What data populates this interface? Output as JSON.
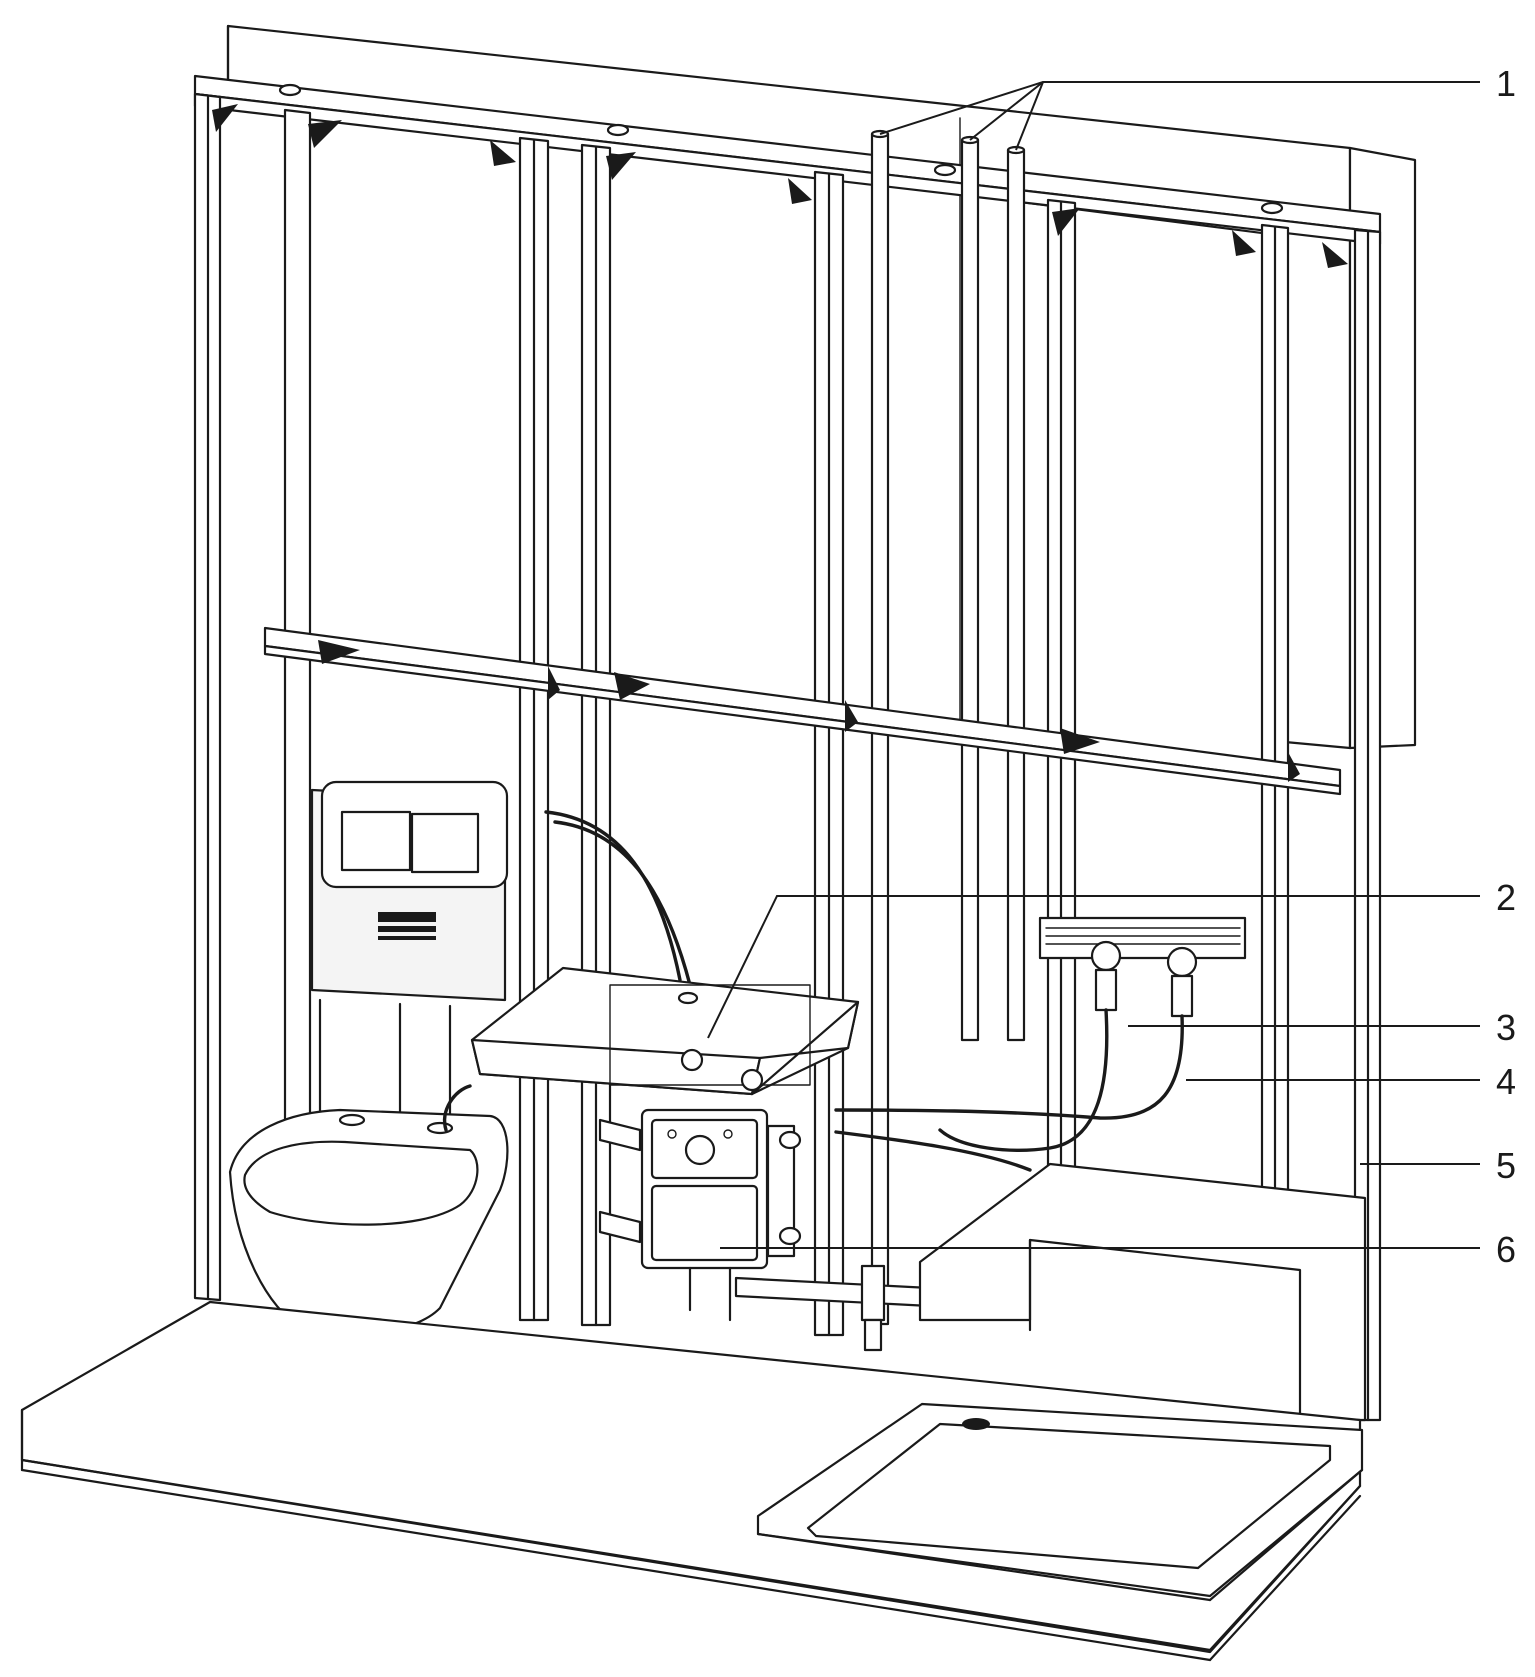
{
  "callouts": [
    {
      "id": "1",
      "label": "1"
    },
    {
      "id": "2",
      "label": "2"
    },
    {
      "id": "3",
      "label": "3"
    },
    {
      "id": "4",
      "label": "4"
    },
    {
      "id": "5",
      "label": "5"
    },
    {
      "id": "6",
      "label": "6"
    }
  ],
  "icons": [
    "wc-cistern-frame",
    "flush-plate",
    "wall-hung-toilet",
    "washbasin",
    "concealed-box",
    "shower-tray",
    "water-supply-elbows",
    "hoses",
    "metal-frame"
  ]
}
